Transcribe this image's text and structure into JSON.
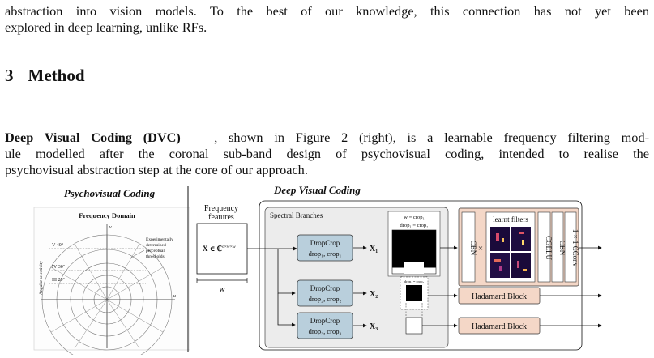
{
  "paragraph_1": {
    "line_1": "abstraction into vision models. To the best of our knowledge, this connection has not yet been",
    "line_2": "explored in deep learning, unlike RFs."
  },
  "section": {
    "number": "3",
    "title": "Method"
  },
  "paragraph_2": {
    "term": "Deep Visual Coding (DVC)",
    "line_1_rest": ", shown in Figure 2 (right), is a learnable frequency filtering mod-",
    "line_2": "ule modelled after the coronal sub-band design of psychovisual coding, intended to realise the",
    "line_3": "psychovisual abstraction step at the core of our approach."
  },
  "figure": {
    "left_panel": {
      "title": "Psychovisual Coding",
      "chart_title": "Frequency Domain",
      "y_axis_label": "Angular selectivity",
      "u_axis": "u",
      "v_axis": "v",
      "band_labels": [
        "V 40°",
        "IV 30°",
        "III 20°"
      ],
      "annotation": [
        "Experimentally",
        "determined",
        "perceptual",
        "thresholds"
      ]
    },
    "right_panel": {
      "title": "Deep Visual Coding",
      "input_caption": [
        "Frequency",
        "features"
      ],
      "input_symbol": "X ∈ ℂ",
      "input_superscript": "d×w×w",
      "input_width": "w",
      "branches_title": "Spectral Branches",
      "dropcrop": "DropCrop",
      "branch_params": [
        "drop₁, crop₁",
        "drop₂, crop₂",
        "drop₃, crop₃"
      ],
      "outputs": [
        "X₁",
        "X₂",
        "X₃"
      ],
      "crop_label_top": "w = crop₁",
      "crop_label_1": "drop₁ = crop₂",
      "crop_label_2": "drop₂ = crop₃",
      "cbn": "CBN",
      "times": "×",
      "learnt_filters": "learnt filters",
      "cgelu": "CGELU",
      "cbn2": "CBN",
      "conv": "1 × 1 CConv",
      "hadamard": "Hadamard Block"
    }
  }
}
